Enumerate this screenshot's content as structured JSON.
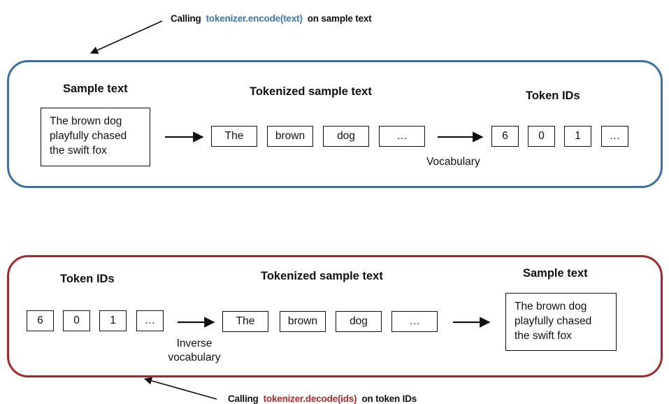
{
  "encode": {
    "callout": {
      "prefix": "Calling",
      "code": "tokenizer.encode(text)",
      "suffix": "on sample text"
    },
    "sample_text_heading": "Sample text",
    "sample_text_lines": [
      "The brown dog",
      "playfully chased",
      "the swift fox"
    ],
    "tokenized_heading": "Tokenized sample text",
    "tokens": [
      "The",
      "brown",
      "dog",
      "…"
    ],
    "vocabulary_label": "Vocabulary",
    "token_ids_heading": "Token IDs",
    "token_ids": [
      "6",
      "0",
      "1",
      "…"
    ],
    "border_color": "#3b6fa6",
    "code_color": "#3b77b0"
  },
  "decode": {
    "callout": {
      "prefix": "Calling",
      "code": "tokenizer.decode(ids)",
      "suffix": "on token IDs"
    },
    "token_ids_heading": "Token IDs",
    "token_ids": [
      "6",
      "0",
      "1",
      "…"
    ],
    "inverse_vocabulary_lines": [
      "Inverse",
      "vocabulary"
    ],
    "tokenized_heading": "Tokenized sample text",
    "tokens": [
      "The",
      "brown",
      "dog",
      "…"
    ],
    "sample_text_heading": "Sample text",
    "sample_text_lines": [
      "The brown dog",
      "playfully chased",
      "the swift fox"
    ],
    "border_color": "#a8262a",
    "code_color": "#b42a2a"
  }
}
